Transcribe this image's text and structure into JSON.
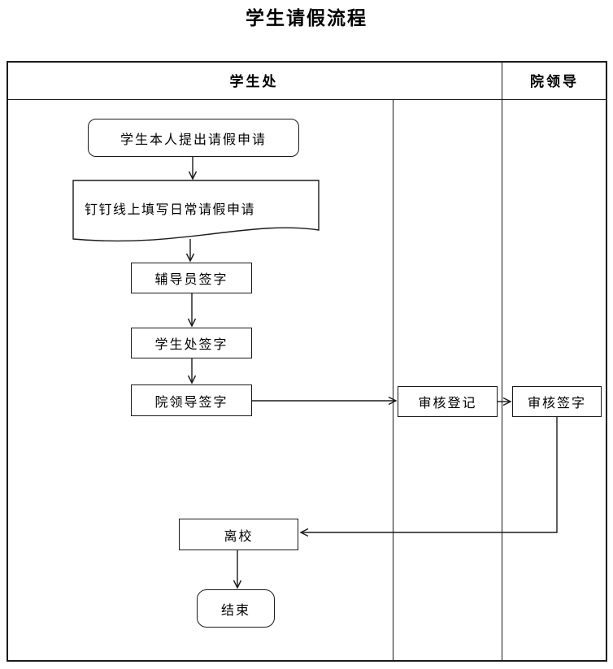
{
  "title": "学生请假流程",
  "lanes": {
    "student_affairs": "学生处",
    "college_leader": "院领导"
  },
  "nodes": {
    "start": "学生本人提出请假申请",
    "online_form": "钉钉线上填写日常请假申请",
    "counselor_sign": "辅导员签字",
    "student_affairs_sign": "学生处签字",
    "college_leader_sign": "院领导签字",
    "review_register": "审核登记",
    "review_sign": "审核签字",
    "leave_school": "离校",
    "end": "结束"
  },
  "edges": [
    {
      "from": "start",
      "to": "online_form"
    },
    {
      "from": "online_form",
      "to": "counselor_sign"
    },
    {
      "from": "counselor_sign",
      "to": "student_affairs_sign"
    },
    {
      "from": "student_affairs_sign",
      "to": "college_leader_sign"
    },
    {
      "from": "college_leader_sign",
      "to": "review_register"
    },
    {
      "from": "review_register",
      "to": "review_sign"
    },
    {
      "from": "review_sign",
      "to": "leave_school"
    },
    {
      "from": "leave_school",
      "to": "end"
    }
  ],
  "colors": {
    "line": "#1a1a1a",
    "background": "#ffffff",
    "text": "#000000"
  }
}
